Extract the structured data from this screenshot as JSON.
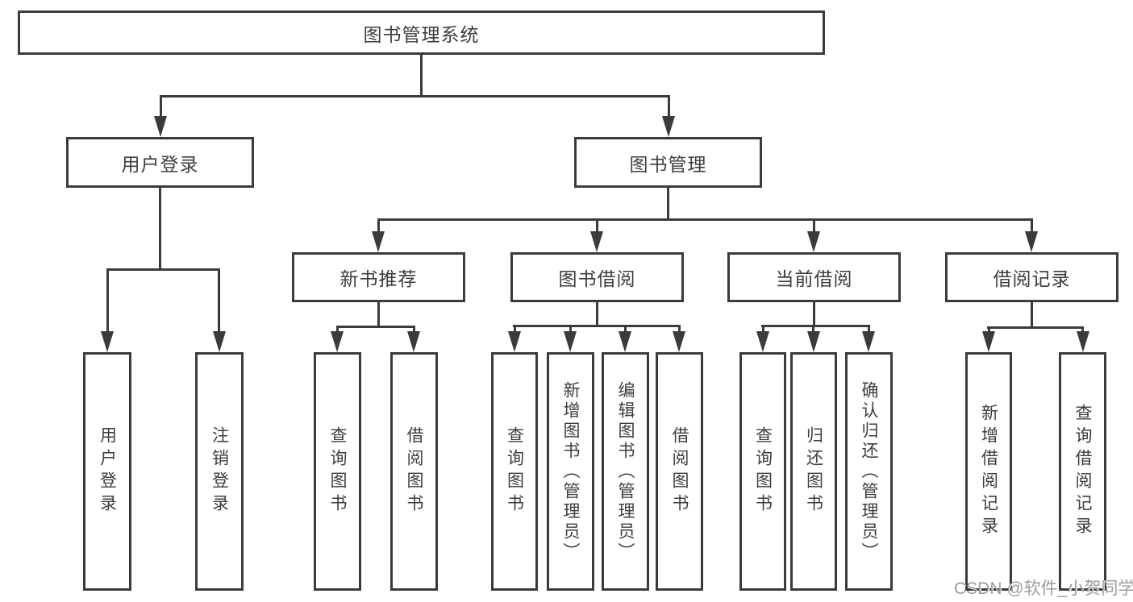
{
  "diagram": {
    "root": {
      "label": "图书管理系统"
    },
    "level2": {
      "user_login": {
        "label": "用户登录"
      },
      "book_management": {
        "label": "图书管理"
      }
    },
    "level3": {
      "new_book_recommend": {
        "label": "新书推荐"
      },
      "book_borrow": {
        "label": "图书借阅"
      },
      "current_borrow": {
        "label": "当前借阅"
      },
      "borrow_record": {
        "label": "借阅记录"
      }
    },
    "leaves": {
      "user_login_leaf": {
        "label": "用户登录"
      },
      "logout": {
        "label": "注销登录"
      },
      "query_book_1": {
        "label": "查询图书"
      },
      "borrow_book_1": {
        "label": "借阅图书"
      },
      "query_book_2": {
        "label": "查询图书"
      },
      "add_book": {
        "label": "新增图书（管理员）"
      },
      "edit_book": {
        "label": "编辑图书（管理员）"
      },
      "borrow_book_2": {
        "label": "借阅图书"
      },
      "query_book_3": {
        "label": "查询图书"
      },
      "return_book": {
        "label": "归还图书"
      },
      "confirm_return": {
        "label": "确认归还（管理员）"
      },
      "add_borrow_record": {
        "label": "新增借阅记录"
      },
      "query_borrow_record": {
        "label": "查询借阅记录"
      }
    }
  },
  "watermark": {
    "text": "CSDN @软件_小贺同学"
  },
  "colors": {
    "line": "#3b3b3b",
    "text": "#3d3d3d",
    "background": "#ffffff",
    "watermark": "#9c9c9c"
  }
}
